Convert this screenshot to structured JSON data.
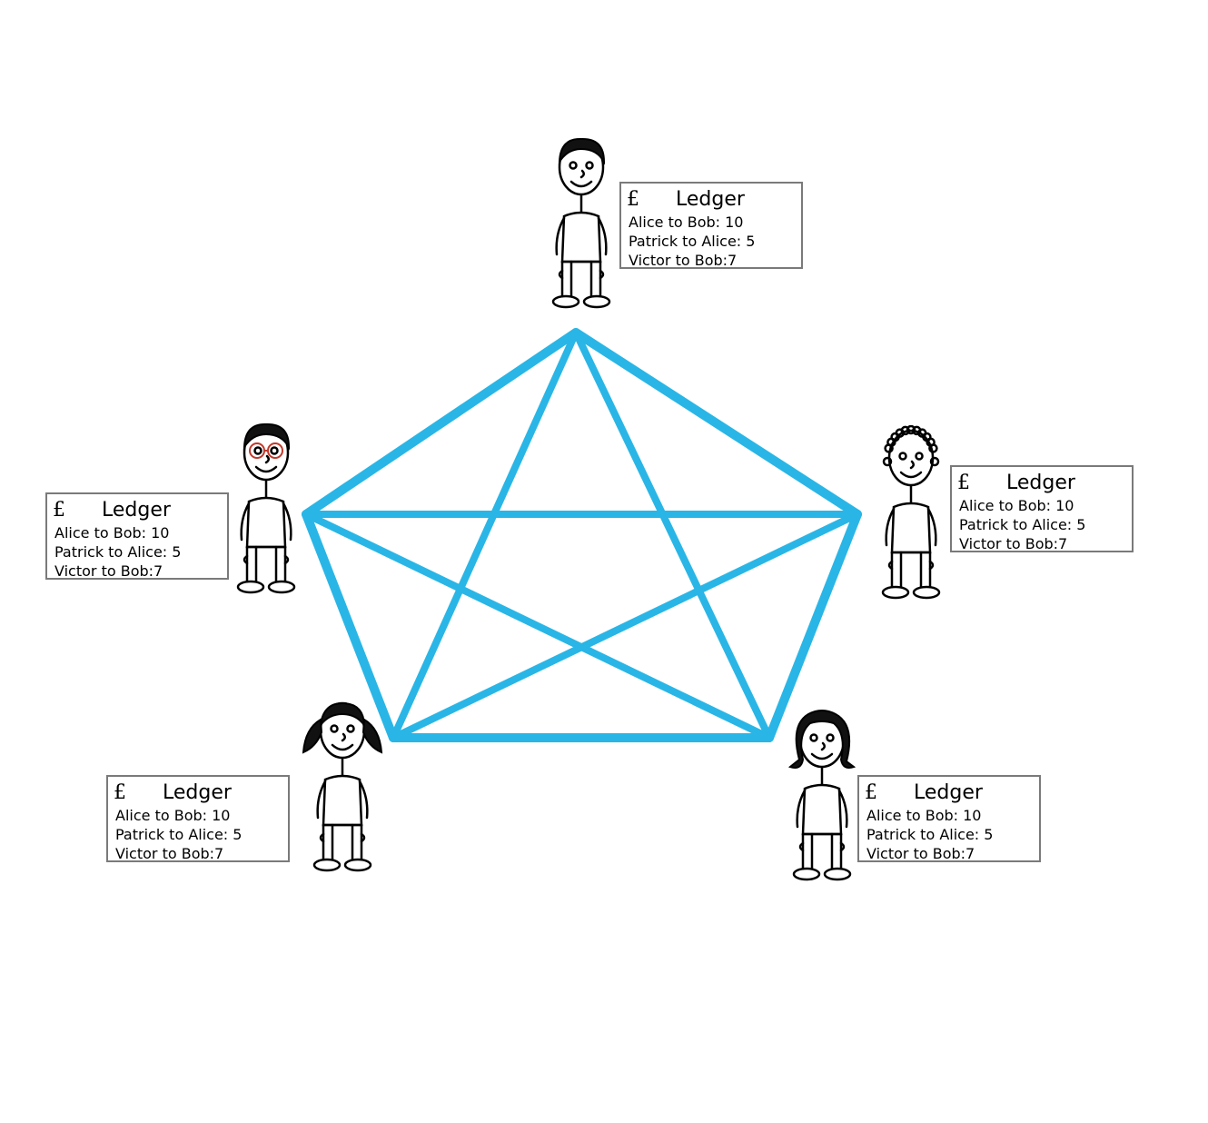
{
  "network": {
    "edge_color": "#29b6e6",
    "topology": "fully-connected"
  },
  "nodes": [
    {
      "id": "top",
      "person": {
        "icon": "person-short-hair-icon",
        "hair": "short",
        "glasses": false
      },
      "ledger": {
        "currency": "£",
        "title": "Ledger",
        "entries": [
          "Alice to Bob: 10",
          "Patrick to Alice: 5",
          "Victor to Bob:7"
        ]
      }
    },
    {
      "id": "right",
      "person": {
        "icon": "person-curly-hair-icon",
        "hair": "curly",
        "glasses": false
      },
      "ledger": {
        "currency": "£",
        "title": "Ledger",
        "entries": [
          "Alice to Bob: 10",
          "Patrick to Alice: 5",
          "Victor to Bob:7"
        ]
      }
    },
    {
      "id": "bottom-right",
      "person": {
        "icon": "person-bob-hair-icon",
        "hair": "bob",
        "glasses": false
      },
      "ledger": {
        "currency": "£",
        "title": "Ledger",
        "entries": [
          "Alice to Bob: 10",
          "Patrick to Alice: 5",
          "Victor to Bob:7"
        ]
      }
    },
    {
      "id": "bottom-left",
      "person": {
        "icon": "person-pigtails-icon",
        "hair": "pigtails",
        "glasses": false
      },
      "ledger": {
        "currency": "£",
        "title": "Ledger",
        "entries": [
          "Alice to Bob: 10",
          "Patrick to Alice: 5",
          "Victor to Bob:7"
        ]
      }
    },
    {
      "id": "left",
      "person": {
        "icon": "person-glasses-icon",
        "hair": "short",
        "glasses": true
      },
      "ledger": {
        "currency": "£",
        "title": "Ledger",
        "entries": [
          "Alice to Bob: 10",
          "Patrick to Alice: 5",
          "Victor to Bob:7"
        ]
      }
    }
  ]
}
